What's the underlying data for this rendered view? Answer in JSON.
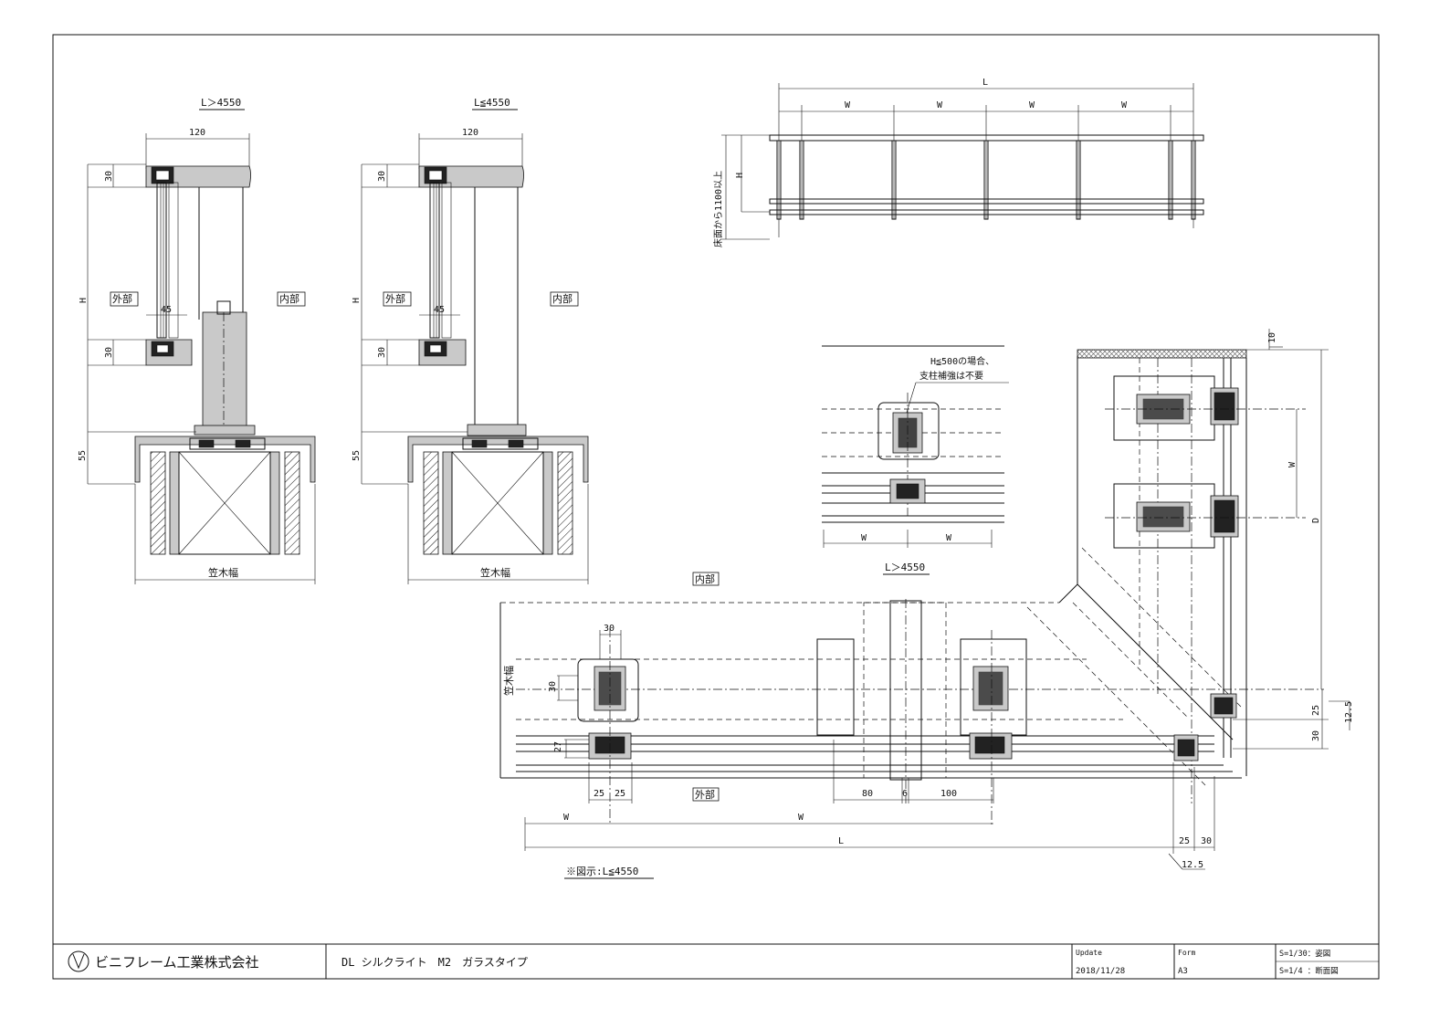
{
  "section_left": {
    "title": "L＞4550",
    "dim_width": "120",
    "dim_top": "30",
    "dim_h": "H",
    "dim_mid": "30",
    "dim_45": "45",
    "dim_55": "55",
    "outside": "外部",
    "inside": "内部",
    "kasagi": "笠木幅"
  },
  "section_right": {
    "title": "L≦4550",
    "dim_width": "120",
    "dim_top": "30",
    "dim_h": "H",
    "dim_mid": "30",
    "dim_45": "45",
    "dim_55": "55",
    "outside": "外部",
    "inside": "内部",
    "kasagi": "笠木幅"
  },
  "elevation": {
    "dim_l": "L",
    "dim_w": [
      "W",
      "W",
      "W",
      "W"
    ],
    "dim_h": "H",
    "floor_note": "床面から1100以上"
  },
  "detail": {
    "note_line1": "H≦500の場合、",
    "note_line2": "支柱補強は不要",
    "dim_w1": "W",
    "dim_w2": "W",
    "title": "L＞4550"
  },
  "plan": {
    "inside": "内部",
    "outside": "外部",
    "kasagi": "笠木幅",
    "dim_30_top": "30",
    "dim_30_side": "30",
    "dim_27": "27",
    "dim_25a": "25",
    "dim_25b": "25",
    "dim_80": "80",
    "dim_6": "6",
    "dim_100": "100",
    "dim_w_left": "W",
    "dim_w_mid": "W",
    "dim_l": "L",
    "dim_25_bottom": "25",
    "dim_30_bottom": "30",
    "dim_12_5_bottom": "12.5",
    "dim_10": "10",
    "dim_w_right": "W",
    "dim_d": "D",
    "dim_25_right": "25",
    "dim_30_right": "30",
    "dim_12_5_right": "12.5",
    "note": "※図示:L≦4550"
  },
  "title_block": {
    "company": "ビニフレーム工業株式会社",
    "product": "DL シルクライト　M2　ガラスタイプ",
    "update_label": "Update",
    "update_value": "2018/11/28",
    "form_label": "Form",
    "form_value": "A3",
    "scale1": "S=1/30：姿図",
    "scale2": "S=1/4 ：断面図"
  }
}
